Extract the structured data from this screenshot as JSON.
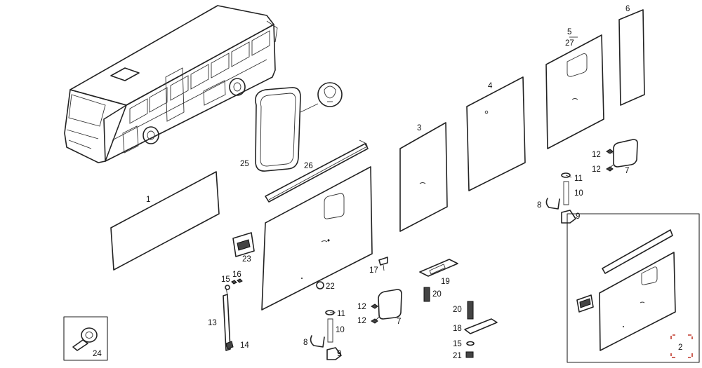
{
  "callouts": [
    {
      "id": "c1",
      "text": "1"
    },
    {
      "id": "c3",
      "text": "3"
    },
    {
      "id": "c4",
      "text": "4"
    },
    {
      "id": "c5",
      "text": "5"
    },
    {
      "id": "c27",
      "text": "27"
    },
    {
      "id": "c6",
      "text": "6"
    },
    {
      "id": "c25",
      "text": "25"
    },
    {
      "id": "c26",
      "text": "26"
    },
    {
      "id": "c12a",
      "text": "12"
    },
    {
      "id": "c12b",
      "text": "12"
    },
    {
      "id": "c7a",
      "text": "7"
    },
    {
      "id": "c11a",
      "text": "11"
    },
    {
      "id": "c10a",
      "text": "10"
    },
    {
      "id": "c8a",
      "text": "8"
    },
    {
      "id": "c9a",
      "text": "9"
    },
    {
      "id": "c23",
      "text": "23"
    },
    {
      "id": "c15a",
      "text": "15"
    },
    {
      "id": "c16",
      "text": "16"
    },
    {
      "id": "c17",
      "text": "17"
    },
    {
      "id": "c19",
      "text": "19"
    },
    {
      "id": "c22",
      "text": "22"
    },
    {
      "id": "c20a",
      "text": "20"
    },
    {
      "id": "c12c",
      "text": "12"
    },
    {
      "id": "c12d",
      "text": "12"
    },
    {
      "id": "c7b",
      "text": "7"
    },
    {
      "id": "c11b",
      "text": "11"
    },
    {
      "id": "c10b",
      "text": "10"
    },
    {
      "id": "c13",
      "text": "13"
    },
    {
      "id": "c14",
      "text": "14"
    },
    {
      "id": "c8b",
      "text": "8"
    },
    {
      "id": "c9b",
      "text": "9"
    },
    {
      "id": "c20b",
      "text": "20"
    },
    {
      "id": "c18",
      "text": "18"
    },
    {
      "id": "c15b",
      "text": "15"
    },
    {
      "id": "c21",
      "text": "21"
    },
    {
      "id": "c24",
      "text": "24"
    }
  ],
  "page_indicator": "2",
  "colors": {
    "line": "#222222",
    "page_marker": "#c0392b"
  },
  "icons": {
    "lubrication_symbol": "oil-drop-circle-icon",
    "page_marker": "corner-bracket-icon"
  }
}
